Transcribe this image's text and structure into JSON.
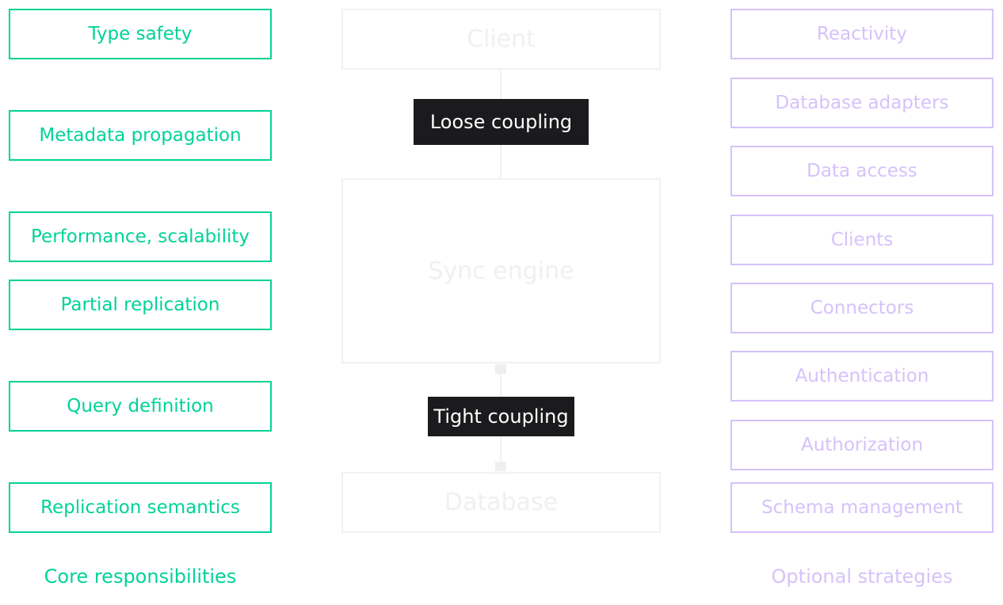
{
  "core": {
    "items": [
      "Type safety",
      "Metadata propagation",
      "Performance, scalability",
      "Partial replication",
      "Query definition",
      "Replication semantics"
    ],
    "caption": "Core responsibilities",
    "color": "#00d396"
  },
  "center": {
    "client": "Client",
    "engine": "Sync engine",
    "database": "Database",
    "loose": "Loose coupling",
    "tight": "Tight coupling"
  },
  "optional": {
    "items": [
      "Reactivity",
      "Database adapters",
      "Data access",
      "Clients",
      "Connectors",
      "Authentication",
      "Authorization",
      "Schema management"
    ],
    "caption": "Optional strategies",
    "color": "#d5c2fa"
  }
}
